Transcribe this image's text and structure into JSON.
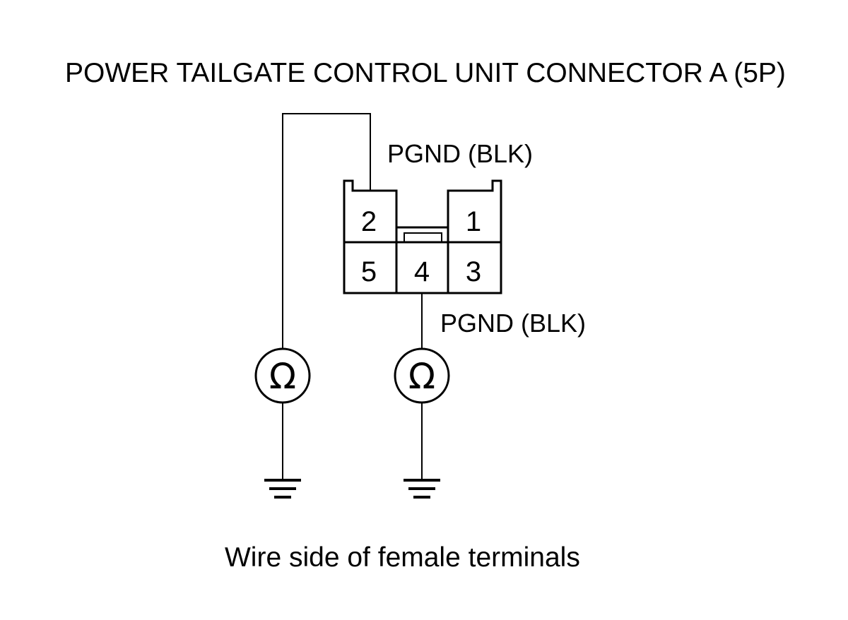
{
  "diagram": {
    "title": "POWER TAILGATE CONTROL UNIT CONNECTOR A (5P)",
    "connector": {
      "pins": {
        "p1": "1",
        "p2": "2",
        "p3": "3",
        "p4": "4",
        "p5": "5"
      }
    },
    "labels": {
      "pin2_wire": "PGND (BLK)",
      "pin4_wire": "PGND (BLK)"
    },
    "meters": {
      "left_symbol": "Ω",
      "right_symbol": "Ω"
    },
    "caption": "Wire side of female terminals"
  }
}
